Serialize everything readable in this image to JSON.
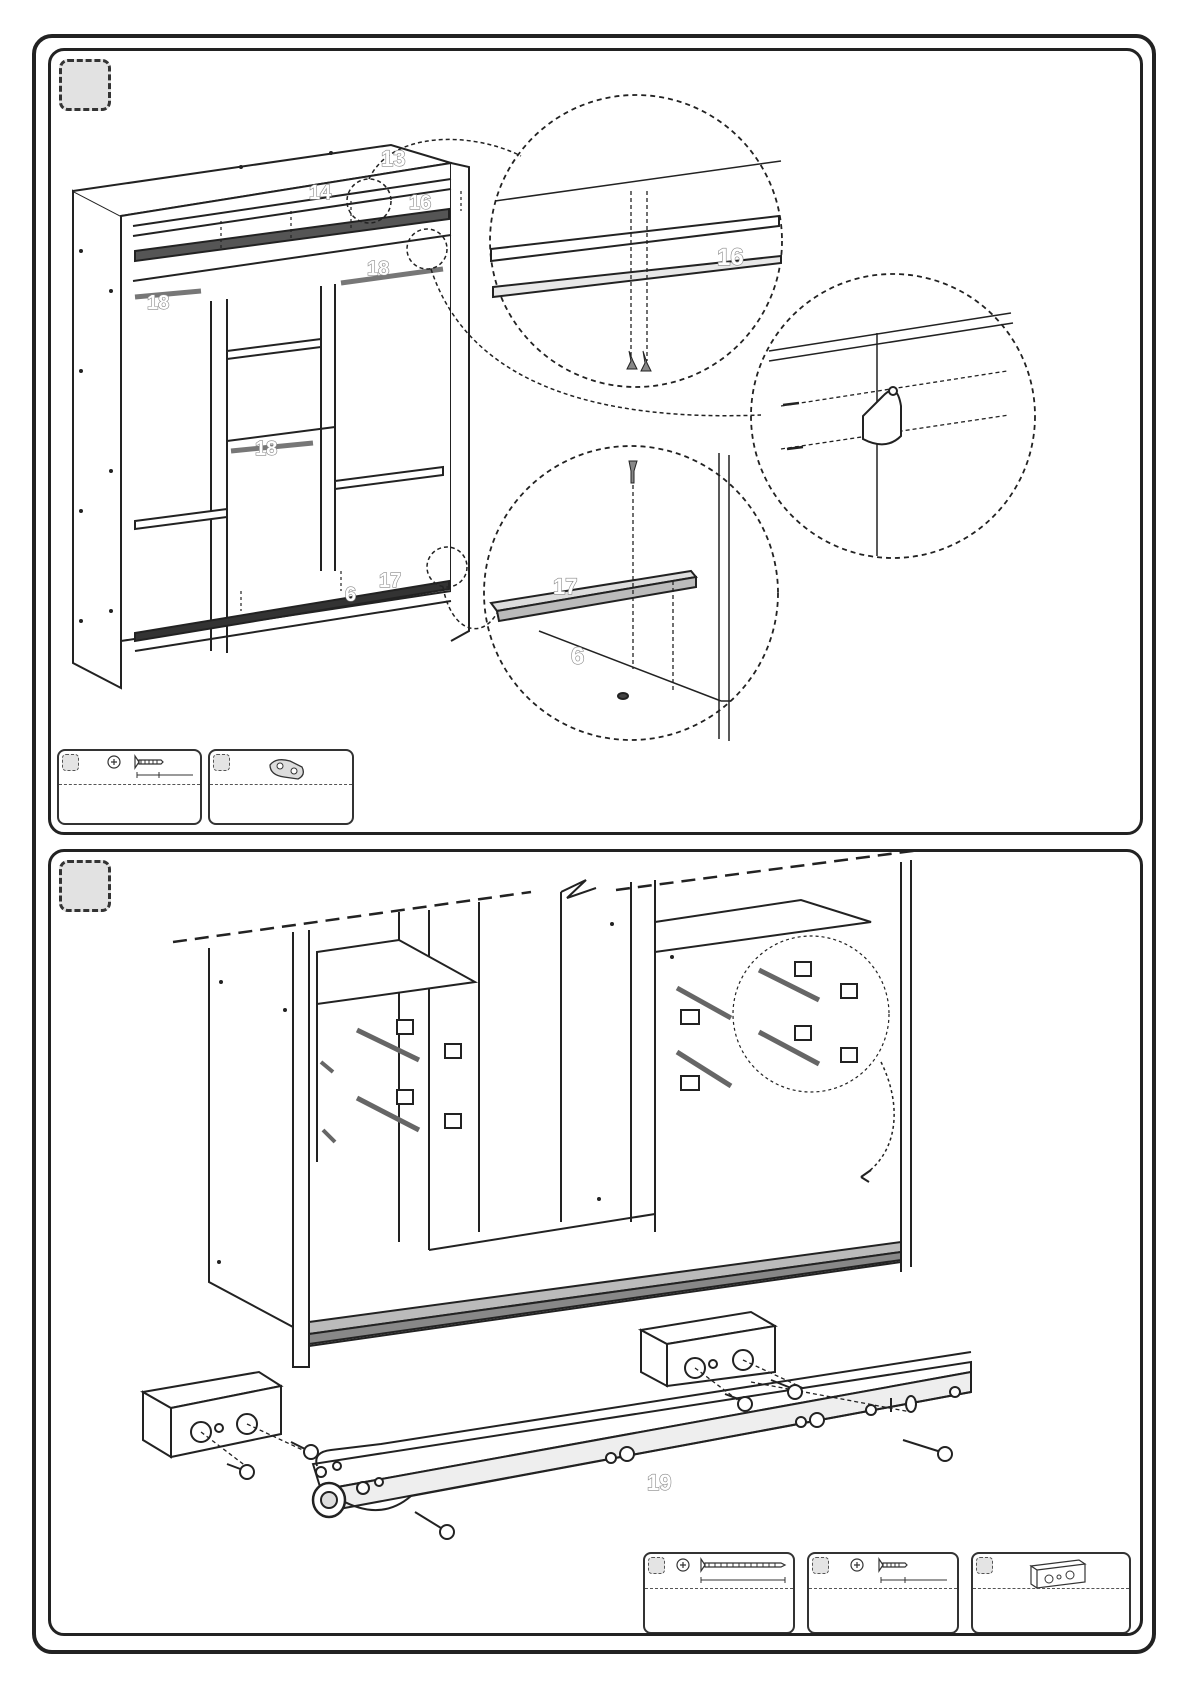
{
  "steps": [
    {
      "part_labels": {
        "p13": "13",
        "p14": "14",
        "p16a": "16",
        "p18a": "18",
        "p18b": "18",
        "p18c": "18",
        "p17a": "17",
        "p6a": "6",
        "p16b": "16",
        "p17b": "17",
        "p6b": "6"
      }
    },
    {
      "part_labels": {
        "p19": "19"
      }
    }
  ],
  "icons": {
    "screw": "screw-icon",
    "rail_bracket": "rail-bracket-icon",
    "wood_block": "wood-block-icon",
    "phillips": "phillips-head-icon"
  }
}
